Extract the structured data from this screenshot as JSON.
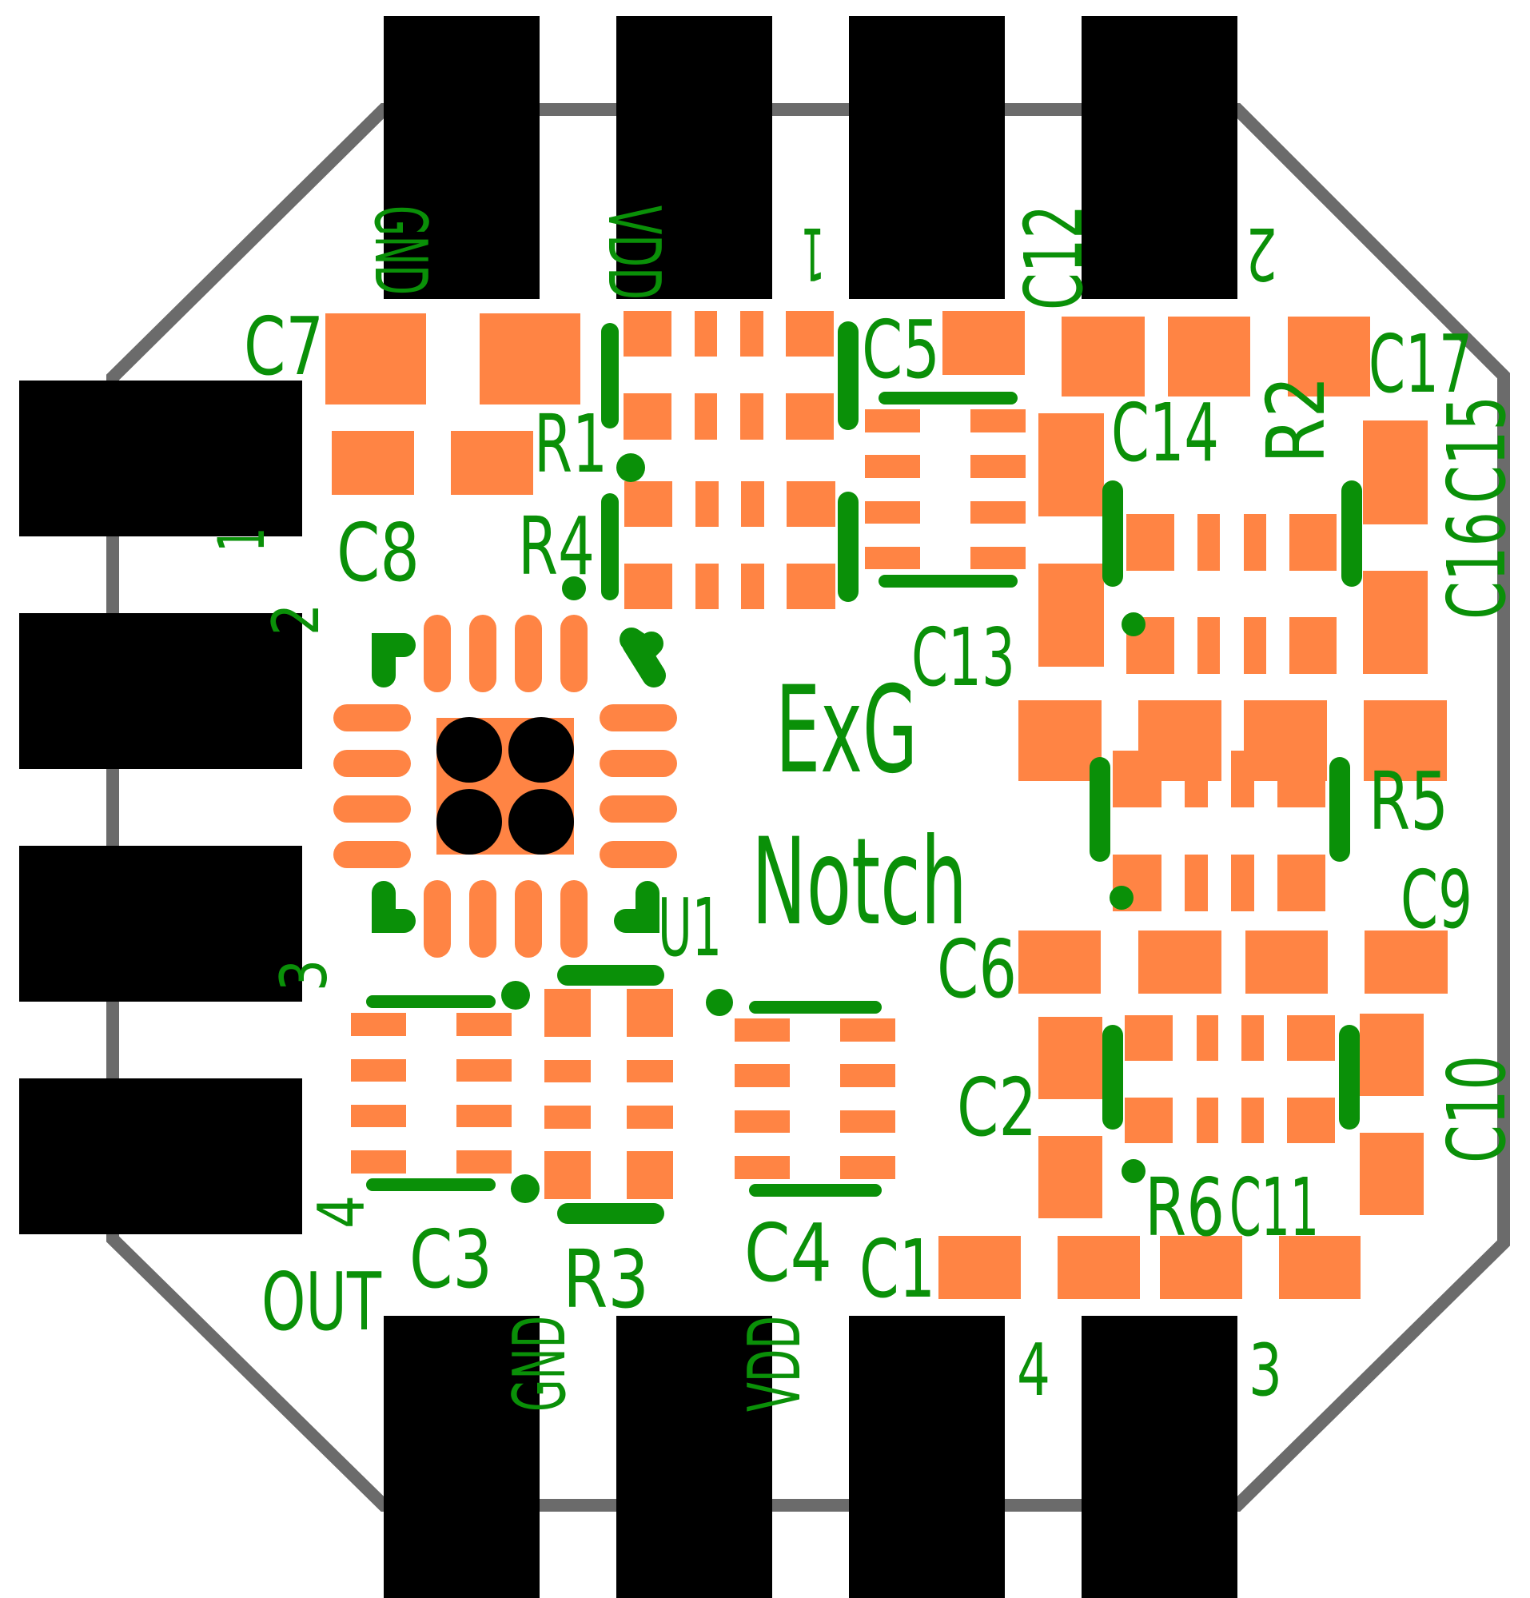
{
  "board": {
    "title": "ExG Notch",
    "title_line1": "ExG",
    "title_line2": "Notch",
    "colors": {
      "background": "#ffffff",
      "outline": "#6b6b6b",
      "copper_pad": "#ff8444",
      "edge_pad": "#000000",
      "silkscreen": "#0a9008",
      "via": "#000000"
    }
  },
  "edge_connectors": {
    "top": [
      {
        "label": "GND"
      },
      {
        "label": "VDD"
      },
      {
        "label": "1"
      },
      {
        "label": "2"
      }
    ],
    "bottom": [
      {
        "label": "GND"
      },
      {
        "label": "VDD"
      },
      {
        "label": "4"
      },
      {
        "label": "3"
      }
    ],
    "left": [
      {
        "label": "1"
      },
      {
        "label": "2"
      },
      {
        "label": "3"
      },
      {
        "label": "4"
      }
    ],
    "left_extra_label": "OUT"
  },
  "designators": {
    "C1": "C1",
    "C2": "C2",
    "C3": "C3",
    "C4": "C4",
    "C5": "C5",
    "C6": "C6",
    "C7": "C7",
    "C8": "C8",
    "C9": "C9",
    "C10": "C10",
    "C11": "C11",
    "C12": "C12",
    "C13": "C13",
    "C14": "C14",
    "C15": "C15",
    "C16": "C16",
    "C17": "C17",
    "R1": "R1",
    "R2": "R2",
    "R3": "R3",
    "R4": "R4",
    "R5": "R5",
    "R6": "R6",
    "U1": "U1"
  },
  "pin_labels": {
    "top_1": "1",
    "top_2": "2",
    "bottom_4": "4",
    "bottom_3": "3",
    "left_1": "1",
    "left_2": "2",
    "left_3": "3",
    "left_4": "4"
  }
}
